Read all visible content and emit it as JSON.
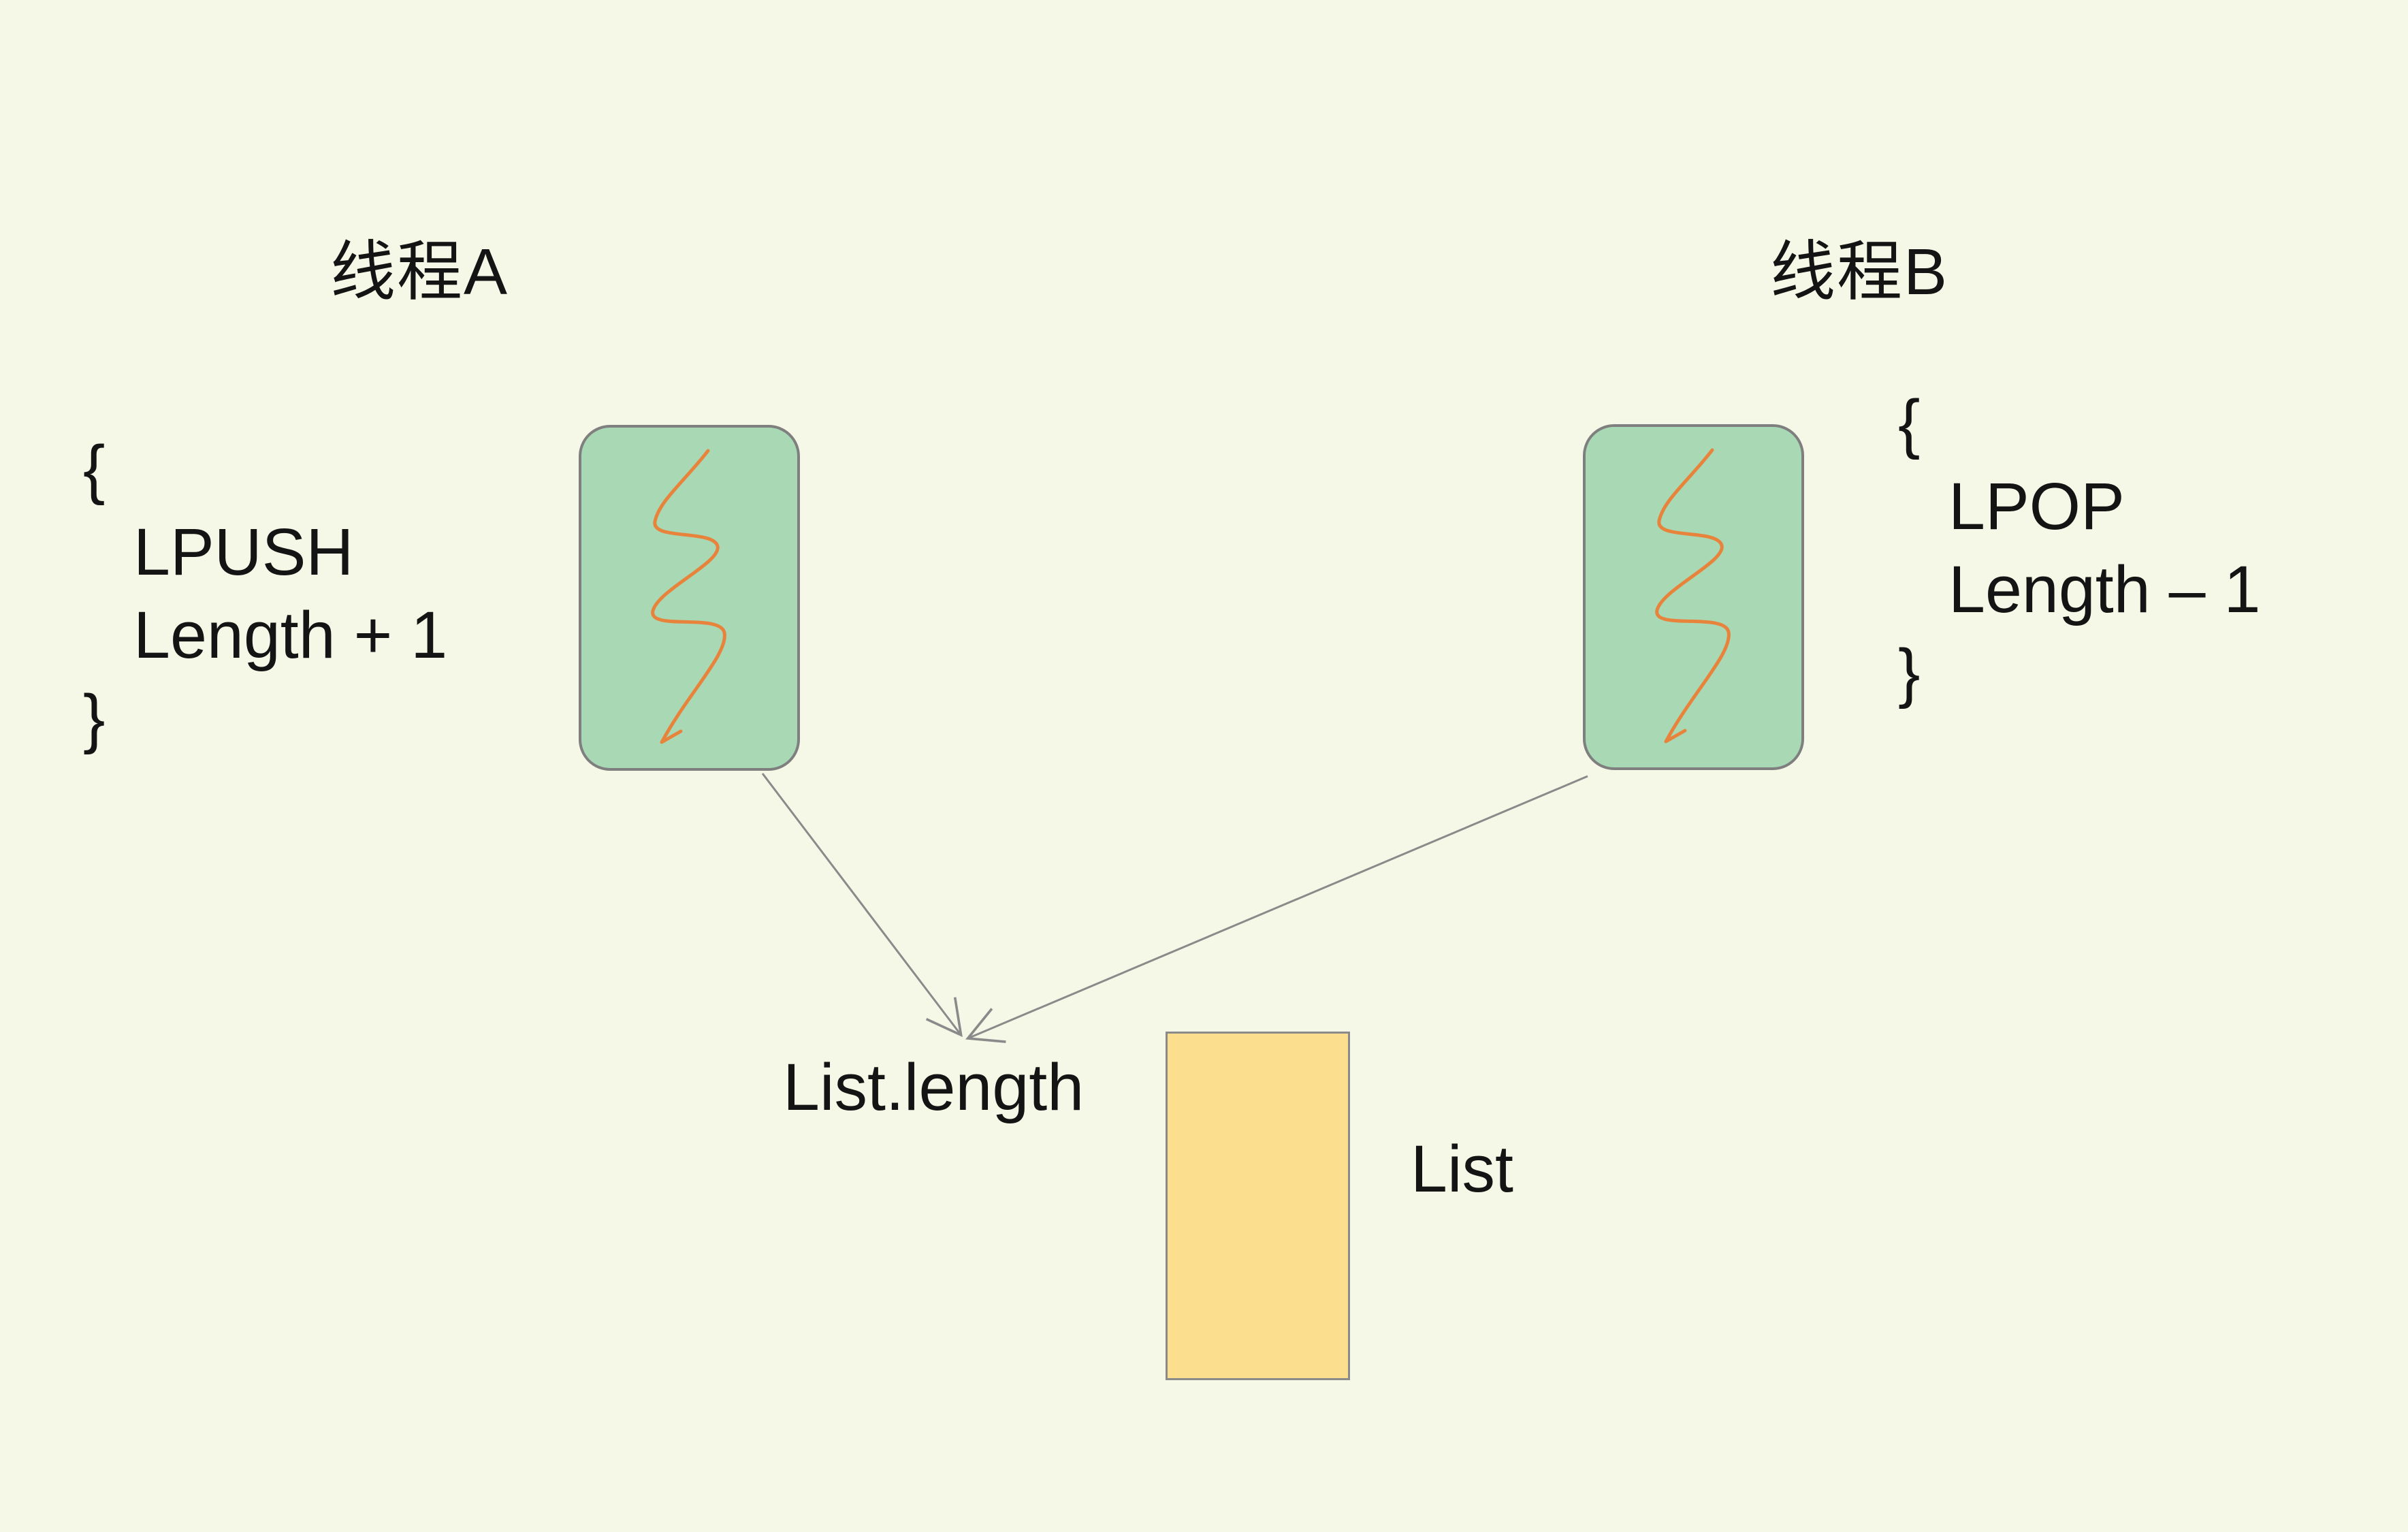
{
  "threads": {
    "a": {
      "title": "线程A",
      "code": [
        "{",
        "LPUSH",
        "Length + 1",
        "}"
      ]
    },
    "b": {
      "title": "线程B",
      "code": [
        "{",
        "LPOP",
        "Length – 1",
        "}"
      ]
    }
  },
  "labels": {
    "junction": "List.length",
    "list": "List"
  },
  "colors": {
    "--bg": "#f6f8e7",
    "--green-fill": "#a8d9b4",
    "--green-border": "#7f7f7f",
    "--yellow-fill": "#fbdf8e",
    "--yellow-border": "#8a8a8a",
    "--orange": "#e8833c",
    "--arrow": "#8a8a8a",
    "--text": "#141414"
  }
}
